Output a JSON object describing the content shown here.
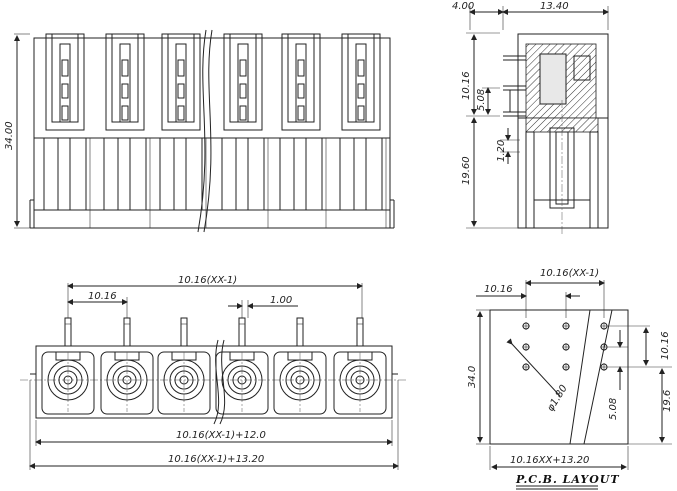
{
  "top_side": {
    "dim_left": "4.00",
    "dim_right": "13.40",
    "dim_10_16": "10.16",
    "dim_5_08": "5.08",
    "dim_1_20": "1.20",
    "dim_19_60": "19.60"
  },
  "top_front": {
    "dim_height": "34.00"
  },
  "bottom_front": {
    "dim_span": "10.16(XX-1)",
    "dim_pitch": "10.16",
    "dim_pin": "1.00",
    "dim_length_a": "10.16(XX-1)+12.0",
    "dim_length_b": "10.16(XX-1)+13.20"
  },
  "pcb_layout": {
    "dim_span": "10.16(XX-1)",
    "dim_pitch": "10.16",
    "dim_row": "10.16",
    "dim_row2": "5.08",
    "dim_edge": "34.0",
    "dim_depth": "19.6",
    "dim_hole": "φ1.80",
    "dim_width": "10.16XX+13.20",
    "title": "P.C.B. LAYOUT"
  }
}
